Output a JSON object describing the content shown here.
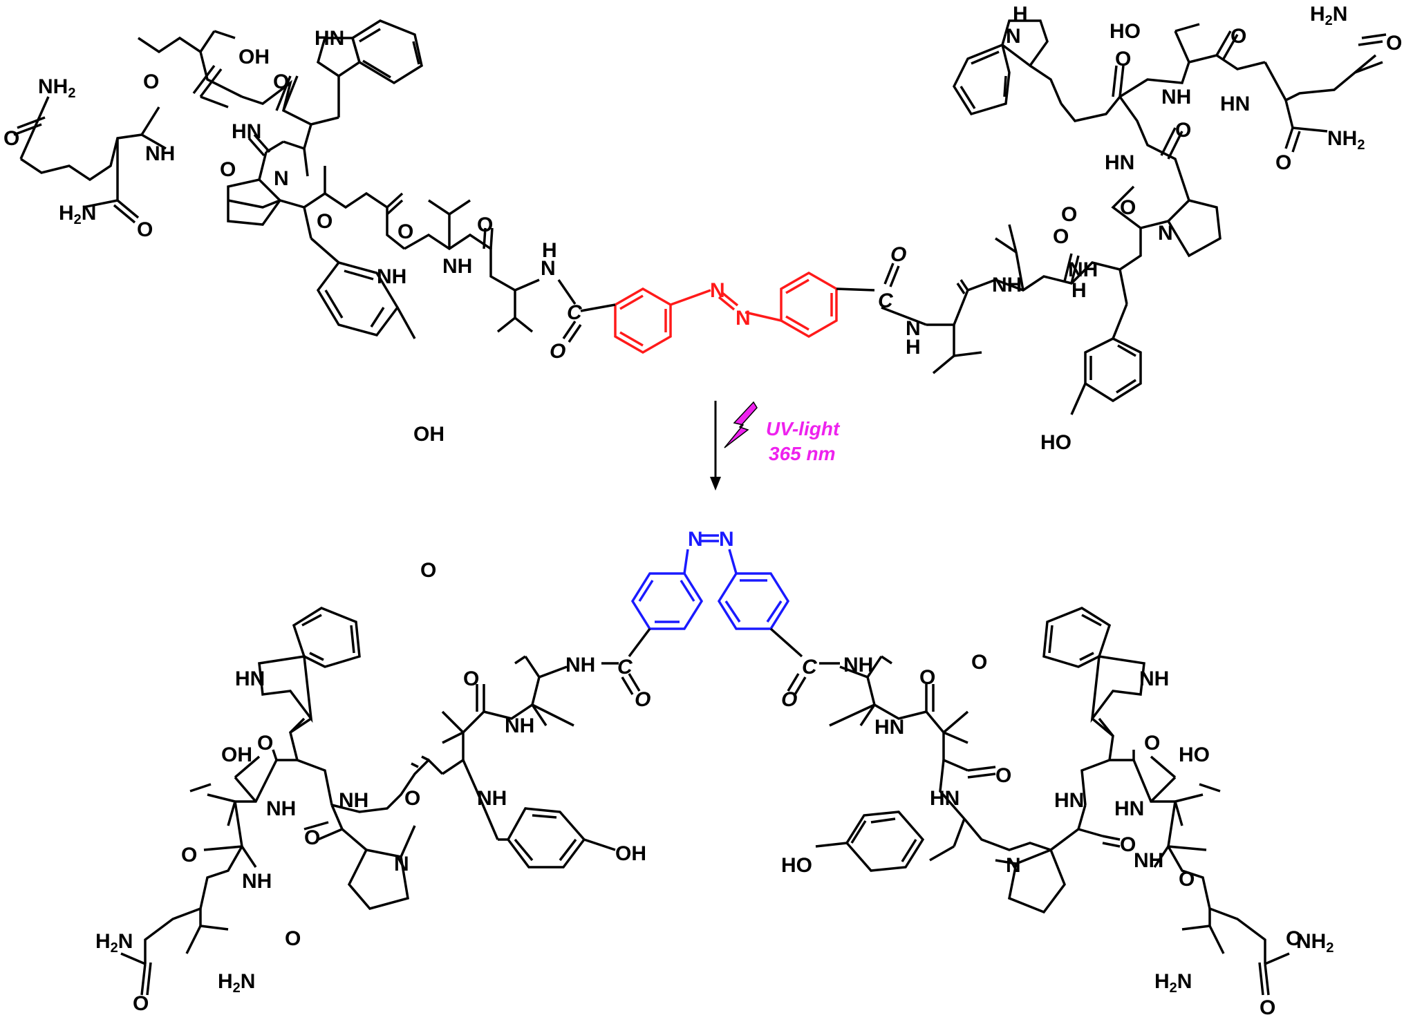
{
  "reaction": {
    "condition_line1": "UV-light",
    "condition_line2": "365 nm"
  },
  "labels": {
    "azo_n": "N",
    "carbonyl_c": "C",
    "carbonyl_o": "O",
    "o": "O",
    "nh": "NH",
    "hn": "HN",
    "n": "N",
    "h": "H",
    "oh": "OH",
    "ho": "HO",
    "h2n_prefix": "H",
    "h2n_sub": "2",
    "h2n_suffix": "N",
    "nh2_prefix": "NH",
    "nh2_sub": "2"
  },
  "colors": {
    "bond": "#000000",
    "trans_azobenzene": "#ff1a1a",
    "cis_azobenzene": "#1a1aff",
    "light_bolt": "#ee22ee",
    "condition_text": "#ee22ee"
  }
}
